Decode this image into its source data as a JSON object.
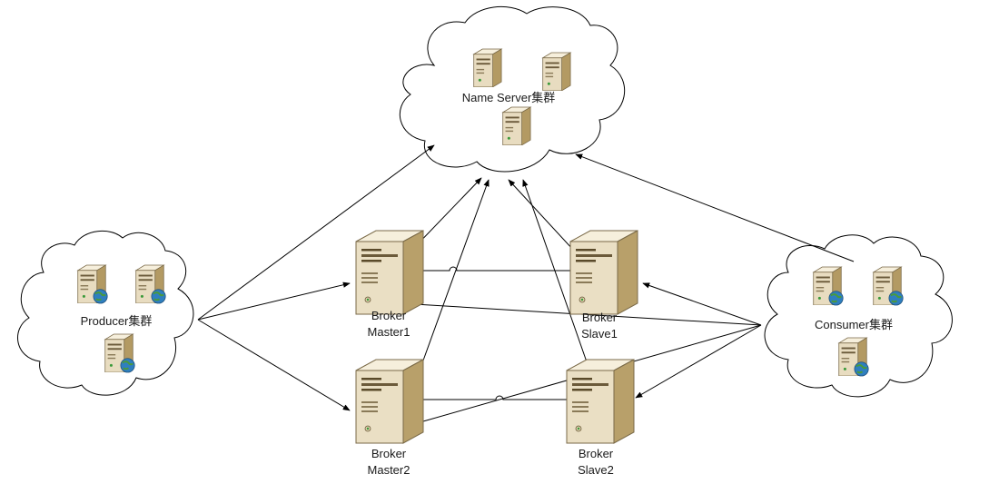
{
  "clusters": {
    "name_server": "Name Server集群",
    "producer": "Producer集群",
    "consumer": "Consumer集群"
  },
  "brokers": {
    "master1": [
      "Broker",
      "Master1"
    ],
    "slave1": [
      "Broker",
      "Slave1"
    ],
    "master2": [
      "Broker",
      "Master2"
    ],
    "slave2": [
      "Broker",
      "Slave2"
    ]
  },
  "colors": {
    "line": "#000000",
    "cloud_stroke": "#000000",
    "server_body": "#e8dcc0",
    "server_light": "#f6efdc",
    "server_dark": "#b39a63",
    "globe": "#2f7fbf",
    "globe_land": "#4a9a3a"
  }
}
